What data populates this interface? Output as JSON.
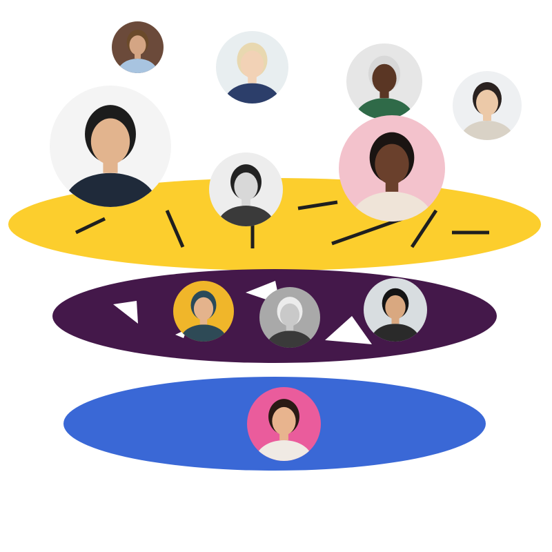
{
  "colors": {
    "yellow_band": "#fcce2d",
    "purple_band": "#44184a",
    "blue_band": "#3a68d6",
    "dash": "#1f1f1f",
    "triangle": "#ffffff"
  },
  "people": [
    {
      "id": "man-beard-bookshelf",
      "bg": "#6b4a3a",
      "skin": "#d4a584",
      "hair": "#6b4a2a",
      "top": "#a8c4e0"
    },
    {
      "id": "woman-short-blonde",
      "bg": "#e8eef0",
      "skin": "#f2d2b6",
      "hair": "#e8d8b0",
      "top": "#2c3e6a"
    },
    {
      "id": "woman-short-gray-hair-smiling",
      "bg": "#e6e6e6",
      "skin": "#5a3624",
      "hair": "#d8d8d8",
      "top": "#2f6a48"
    },
    {
      "id": "woman-long-dark-hair",
      "bg": "#eef0f2",
      "skin": "#ecc9a8",
      "hair": "#2a2220",
      "top": "#d9d2c6"
    },
    {
      "id": "man-glasses-suit",
      "bg": "#f4f4f4",
      "skin": "#e2b48e",
      "hair": "#1c1c1c",
      "top": "#1f2a3a"
    },
    {
      "id": "woman-glasses-bw",
      "bg": "#ededed",
      "skin": "#d8d8d8",
      "hair": "#222222",
      "top": "#3a3a3a"
    },
    {
      "id": "woman-curly-hair-pink-bg",
      "bg": "#f3c2cc",
      "skin": "#6a402c",
      "hair": "#1a1412",
      "top": "#efe4d8"
    },
    {
      "id": "woman-teal-hair-yellow-wall",
      "bg": "#f0b62a",
      "skin": "#e4b38c",
      "hair": "#2a4a5a",
      "top": "#2e4a56"
    },
    {
      "id": "person-bleached-hair-bw",
      "bg": "#a9a9a9",
      "skin": "#c9c9c9",
      "hair": "#ececec",
      "top": "#3a3a3a"
    },
    {
      "id": "man-undercut-hair",
      "bg": "#d8dde0",
      "skin": "#d9a880",
      "hair": "#141414",
      "top": "#2a2a2a"
    },
    {
      "id": "woman-pink-background",
      "bg": "#ea5c9c",
      "skin": "#e8b48e",
      "hair": "#2a1a14",
      "top": "#f0eae4"
    }
  ]
}
